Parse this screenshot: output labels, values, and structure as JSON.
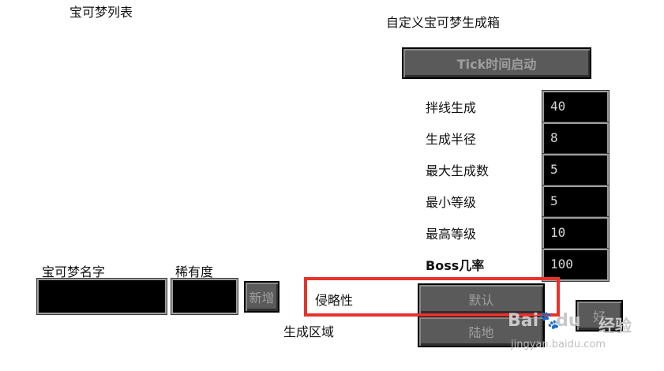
{
  "lists": {
    "pokemon_list_title": "宝可梦列表"
  },
  "box": {
    "title": "自定义宝可梦生成箱",
    "tick_button": "Tick时间启动",
    "fields": [
      {
        "label": "拌线生成",
        "value": "40"
      },
      {
        "label": "生成半径",
        "value": "8"
      },
      {
        "label": "最大生成数",
        "value": "5"
      },
      {
        "label": "最小等级",
        "value": "5"
      },
      {
        "label": "最高等级",
        "value": "10"
      },
      {
        "label": "Boss几率",
        "value": "100"
      }
    ],
    "aggression_label": "侵略性",
    "aggression_button": "默认",
    "region_label": "生成区域",
    "region_button": "陆地",
    "ok_button": "好"
  },
  "add": {
    "name_label": "宝可梦名字",
    "name_value": "",
    "rarity_label": "稀有度",
    "rarity_value": "",
    "add_button": "新增"
  },
  "watermark": {
    "logo_left": "Bai",
    "logo_right": "du",
    "brand": "经验",
    "url": "jingyan.baidu.com"
  },
  "colors": {
    "highlight": "#e8322d",
    "input_bg": "#000000",
    "button_bg": "#5a5a5a"
  }
}
